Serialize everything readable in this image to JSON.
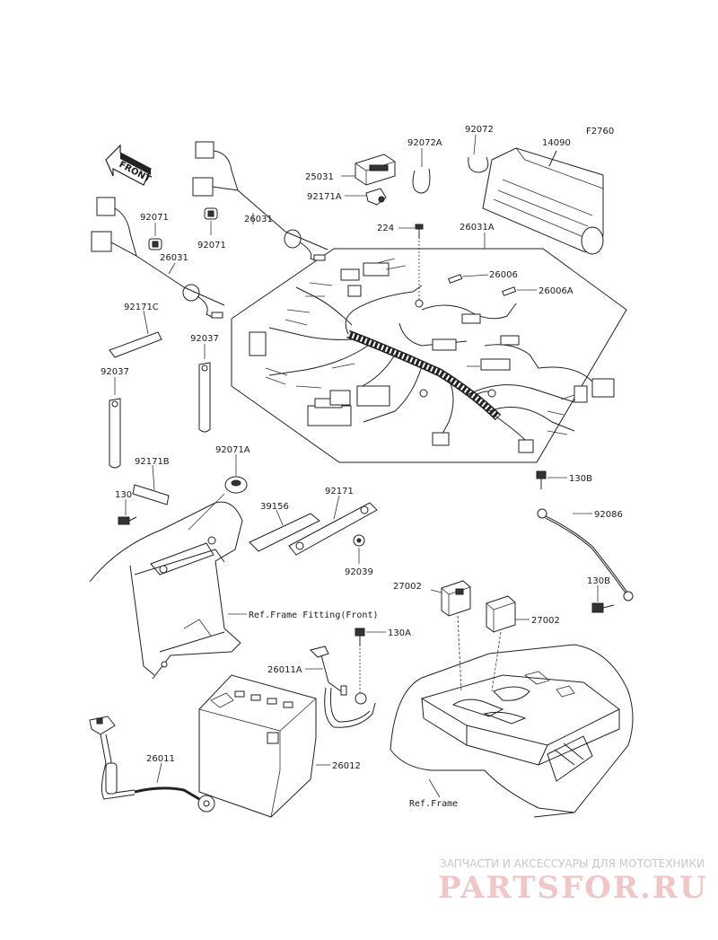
{
  "figure_code": "F2760",
  "front_arrow": "FRONT",
  "labels": {
    "p14090": "14090",
    "p92072": "92072",
    "p92072A": "92072A",
    "p25031": "25031",
    "p92171A": "92171A",
    "p224": "224",
    "p26031A": "26031A",
    "p26006": "26006",
    "p26006A": "26006A",
    "p92071a": "92071",
    "p92071b": "92071",
    "p26031a": "26031",
    "p26031b": "26031",
    "p92171C": "92171C",
    "p92037a": "92037",
    "p92037b": "92037",
    "p92071A": "92071A",
    "p92171B": "92171B",
    "p130": "130",
    "p39156": "39156",
    "p92171": "92171",
    "p92039": "92039",
    "p130B_top": "130B",
    "p92086": "92086",
    "p130B_bot": "130B",
    "p27002a": "27002",
    "p27002b": "27002",
    "p130A": "130A",
    "p26011A": "26011A",
    "p26012": "26012",
    "p26011": "26011"
  },
  "refs": {
    "frame_fitting": "Ref.Frame Fitting(Front)",
    "frame": "Ref.Frame"
  },
  "watermark": {
    "tagline": "ЗАПЧАСТИ И АКСЕССУАРЫ ДЛЯ МОТОТЕХНИКИ",
    "logo": "PARTSFOR.RU"
  }
}
